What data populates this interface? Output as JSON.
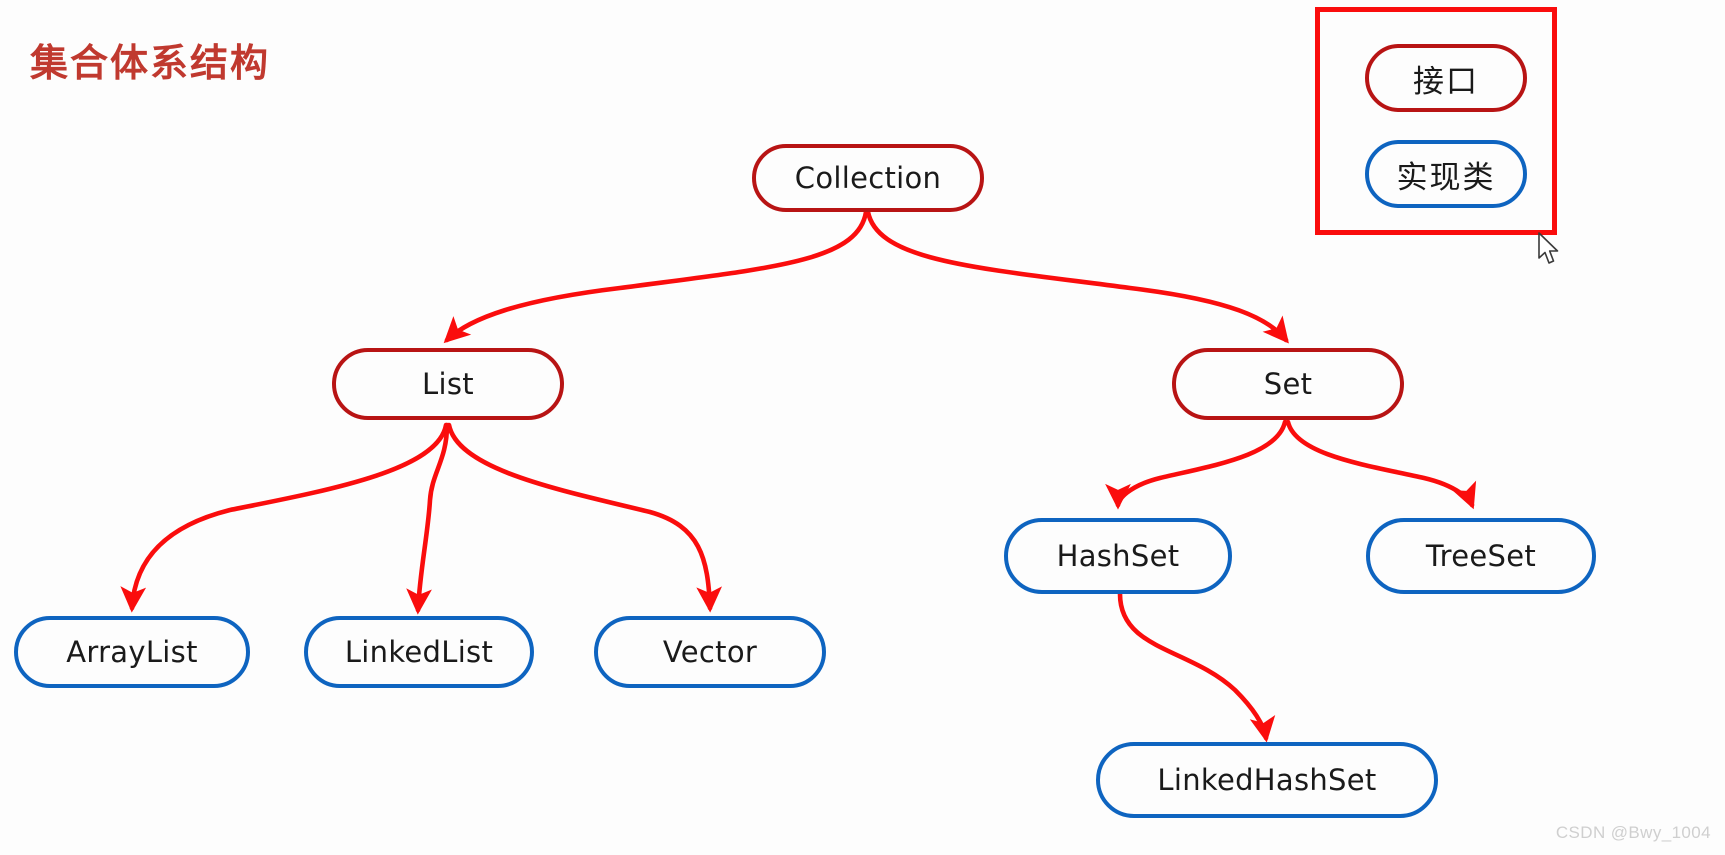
{
  "title": "集合体系结构",
  "colors": {
    "interface_border": "#b81414",
    "impl_border": "#0e64c0",
    "arrow": "#fa0d0d",
    "legend_box": "#fa0d0d",
    "title_text": "#c0392f",
    "background": "#fdfdfd",
    "watermark_text": "#cfcfcf"
  },
  "legend": {
    "interface_label": "接口",
    "impl_label": "实现类"
  },
  "nodes": {
    "collection": {
      "label": "Collection",
      "type": "interface"
    },
    "list": {
      "label": "List",
      "type": "interface"
    },
    "set": {
      "label": "Set",
      "type": "interface"
    },
    "arraylist": {
      "label": "ArrayList",
      "type": "impl"
    },
    "linkedlist": {
      "label": "LinkedList",
      "type": "impl"
    },
    "vector": {
      "label": "Vector",
      "type": "impl"
    },
    "hashset": {
      "label": "HashSet",
      "type": "impl"
    },
    "treeset": {
      "label": "TreeSet",
      "type": "impl"
    },
    "linkedhashset": {
      "label": "LinkedHashSet",
      "type": "impl"
    }
  },
  "edges": [
    {
      "from": "Collection",
      "to": "List"
    },
    {
      "from": "Collection",
      "to": "Set"
    },
    {
      "from": "List",
      "to": "ArrayList"
    },
    {
      "from": "List",
      "to": "LinkedList"
    },
    {
      "from": "List",
      "to": "Vector"
    },
    {
      "from": "Set",
      "to": "HashSet"
    },
    {
      "from": "Set",
      "to": "TreeSet"
    },
    {
      "from": "HashSet",
      "to": "LinkedHashSet"
    }
  ],
  "watermark": "CSDN @Bwy_1004"
}
